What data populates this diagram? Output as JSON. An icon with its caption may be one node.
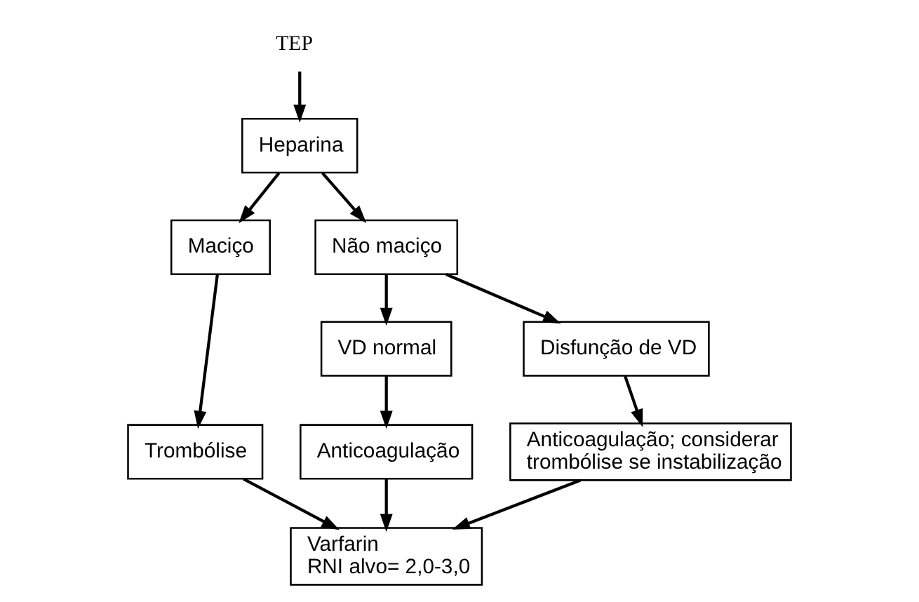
{
  "diagram": {
    "nodes": [
      {
        "text": [
          "TEP"
        ]
      },
      {
        "text": [
          "Heparina"
        ]
      },
      {
        "text": [
          "Maciço"
        ]
      },
      {
        "text": [
          "Não maciço"
        ]
      },
      {
        "text": [
          "VD normal"
        ]
      },
      {
        "text": [
          "Disfunção de VD"
        ]
      },
      {
        "text": [
          "Trombólise"
        ]
      },
      {
        "text": [
          "Anticoagulação"
        ]
      },
      {
        "text": [
          "Anticoagulação; considerar trombólise se instabilização"
        ]
      },
      {
        "text": [
          "Varfarin",
          "RNI alvo= 2,0-3,0"
        ]
      }
    ],
    "edges": [
      {
        "from": 0,
        "to": 1,
        "arrow": "to"
      },
      {
        "from": 1,
        "to": 2,
        "arrow": "to"
      },
      {
        "from": 1,
        "to": 3,
        "arrow": "to"
      },
      {
        "from": 3,
        "to": 4,
        "arrow": "to"
      },
      {
        "from": 3,
        "to": 5,
        "arrow": "to"
      },
      {
        "from": 2,
        "to": 6,
        "arrow": "to"
      },
      {
        "from": 4,
        "to": 7,
        "arrow": "to"
      },
      {
        "from": 5,
        "to": 8,
        "arrow": "to"
      },
      {
        "from": 6,
        "to": 9,
        "arrow": "to"
      },
      {
        "from": 7,
        "to": 9,
        "arrow": "to"
      },
      {
        "from": 8,
        "to": 9,
        "arrow": "to"
      }
    ]
  }
}
